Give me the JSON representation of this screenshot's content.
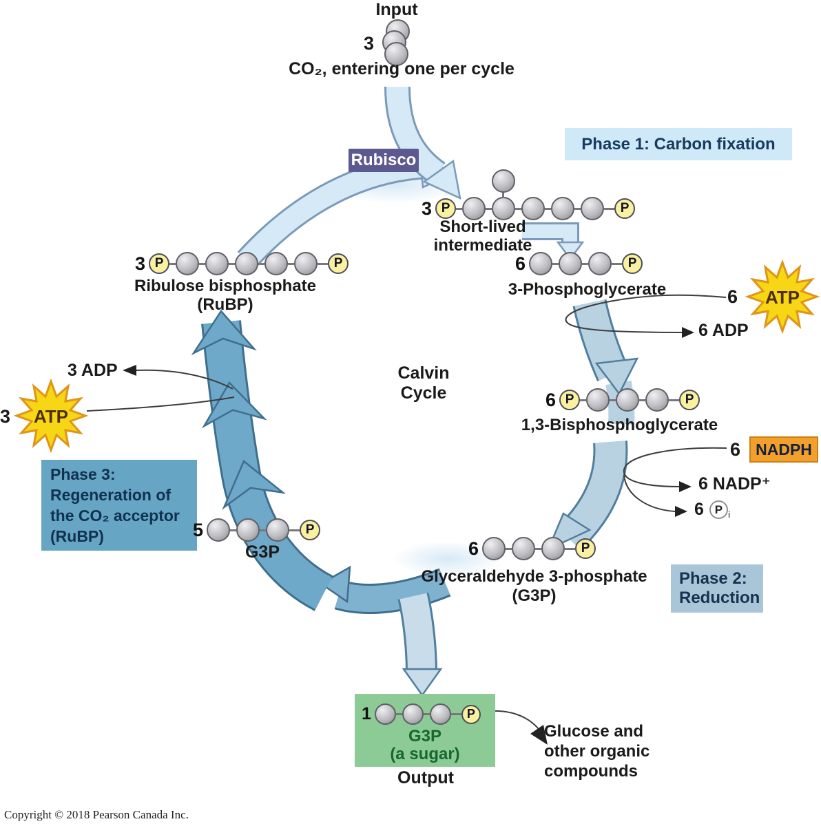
{
  "figure": {
    "center_line1": "Calvin",
    "center_line2": "Cycle",
    "copyright": "Copyright © 2018 Pearson Canada Inc."
  },
  "input": {
    "label": "Input",
    "count": "3",
    "caption": "CO₂, entering one per cycle"
  },
  "enzyme": {
    "label": "Rubisco"
  },
  "phases": {
    "phase1": {
      "label": "Phase 1: Carbon fixation"
    },
    "phase2": {
      "line1": "Phase 2:",
      "line2": "Reduction"
    },
    "phase3": {
      "line1": "Phase 3:",
      "line2": "Regeneration of",
      "line3": "the CO₂ acceptor",
      "line4": "(RuBP)"
    }
  },
  "molecules": {
    "p_label": "P",
    "intermediate": {
      "count": "3",
      "name_line1": "Short-lived",
      "name_line2": "intermediate"
    },
    "phosphoglycerate": {
      "count": "6",
      "name": "3-Phosphoglycerate"
    },
    "bisphosphoglycerate": {
      "count": "6",
      "name": "1,3-Bisphosphoglycerate"
    },
    "g3p_right": {
      "count": "6",
      "name_line1": "Glyceraldehyde 3-phosphate",
      "name_line2": "(G3P)"
    },
    "rubp": {
      "count": "3",
      "name_line1": "Ribulose bisphosphate",
      "name_line2": "(RuBP)"
    },
    "g3p_left": {
      "count": "5",
      "name": "G3P"
    },
    "g3p_output": {
      "count": "1",
      "name_line1": "G3P",
      "name_line2": "(a sugar)"
    }
  },
  "cofactors": {
    "atp_right": {
      "count": "6",
      "label": "ATP"
    },
    "adp_right": {
      "label": "6 ADP"
    },
    "nadph": {
      "count": "6",
      "label": "NADPH"
    },
    "nadp_plus": {
      "label": "6 NADP⁺"
    },
    "pi": {
      "count": "6",
      "p": "P",
      "sub": "i"
    },
    "atp_left": {
      "count": "3",
      "label": "ATP"
    },
    "adp_left": {
      "label": "3 ADP"
    }
  },
  "output": {
    "label": "Output",
    "product_line1": "Glucose and",
    "product_line2": "other organic",
    "product_line3": "compounds"
  },
  "colors": {
    "phase1_bg": "#cfe9f8",
    "phase2_bg": "#a9c6d8",
    "phase3_bg": "#66a5c4",
    "rubisco_bg": "#5c5990",
    "nadph_bg": "#f2a02b",
    "atp_star": "#f7d616",
    "output_bg": "#8ccb96",
    "cycle_dark": "#6fa9c9",
    "cycle_light": "#b9d2e2"
  }
}
